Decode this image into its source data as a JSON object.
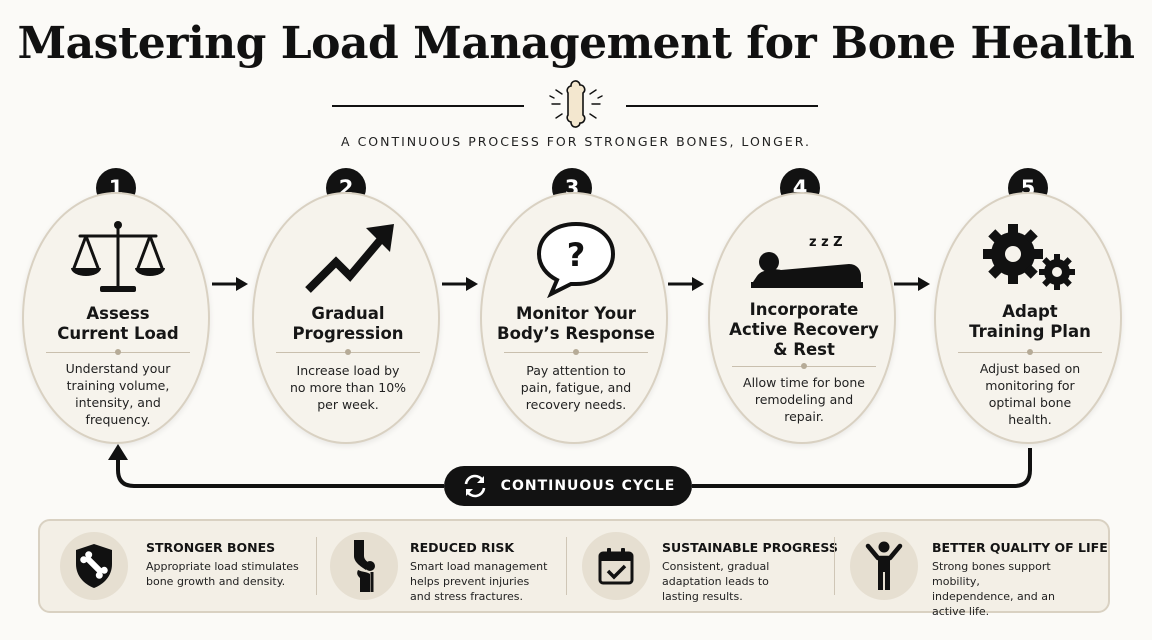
{
  "title": "Mastering Load Management for Bone Health",
  "subtitle": "A CONTINUOUS PROCESS FOR STRONGER BONES, LONGER.",
  "steps": [
    {
      "number": "1",
      "title_lines": [
        "Assess",
        "Current Load"
      ],
      "description_lines": [
        "Understand your",
        "training volume,",
        "intensity, and",
        "frequency."
      ],
      "icon": "balance-scale-icon"
    },
    {
      "number": "2",
      "title_lines": [
        "Gradual",
        "Progression"
      ],
      "description_lines": [
        "Increase load by",
        "no more than 10%",
        "per week."
      ],
      "icon": "trending-up-arrow-icon"
    },
    {
      "number": "3",
      "title_lines": [
        "Monitor Your",
        "Body’s Response"
      ],
      "description_lines": [
        "Pay attention to",
        "pain, fatigue, and",
        "recovery needs."
      ],
      "icon": "question-speech-bubble-icon"
    },
    {
      "number": "4",
      "title_lines": [
        "Incorporate",
        "Active Recovery",
        "& Rest"
      ],
      "description_lines": [
        "Allow time for bone",
        "remodeling and",
        "repair."
      ],
      "icon": "sleeping-person-icon",
      "icon_text": "z z Z"
    },
    {
      "number": "5",
      "title_lines": [
        "Adapt",
        "Training Plan"
      ],
      "description_lines": [
        "Adjust based on",
        "monitoring for",
        "optimal bone",
        "health."
      ],
      "icon": "gears-icon"
    }
  ],
  "cycle": {
    "label": "CONTINUOUS CYCLE",
    "icon": "refresh-cycle-icon"
  },
  "benefits": [
    {
      "title": "STRONGER BONES",
      "description_lines": [
        "Appropriate load stimulates",
        "bone growth and density."
      ],
      "icon": "bone-shield-icon"
    },
    {
      "title": "REDUCED RISK",
      "description_lines": [
        "Smart load management",
        "helps prevent injuries",
        "and stress fractures."
      ],
      "icon": "knee-joint-icon"
    },
    {
      "title": "SUSTAINABLE PROGRESS",
      "description_lines": [
        "Consistent, gradual",
        "adaptation leads to",
        "lasting results."
      ],
      "icon": "calendar-check-icon"
    },
    {
      "title": "BETTER QUALITY OF LIFE",
      "description_lines": [
        "Strong bones support mobility,",
        "independence, and an",
        "active life."
      ],
      "icon": "person-arms-raised-icon"
    }
  ],
  "colors": {
    "background": "#fbfaf7",
    "ink": "#111111",
    "panel": "#f6f3ec",
    "border": "#d9d1c2",
    "accent_bone": "#f3e7cf"
  }
}
